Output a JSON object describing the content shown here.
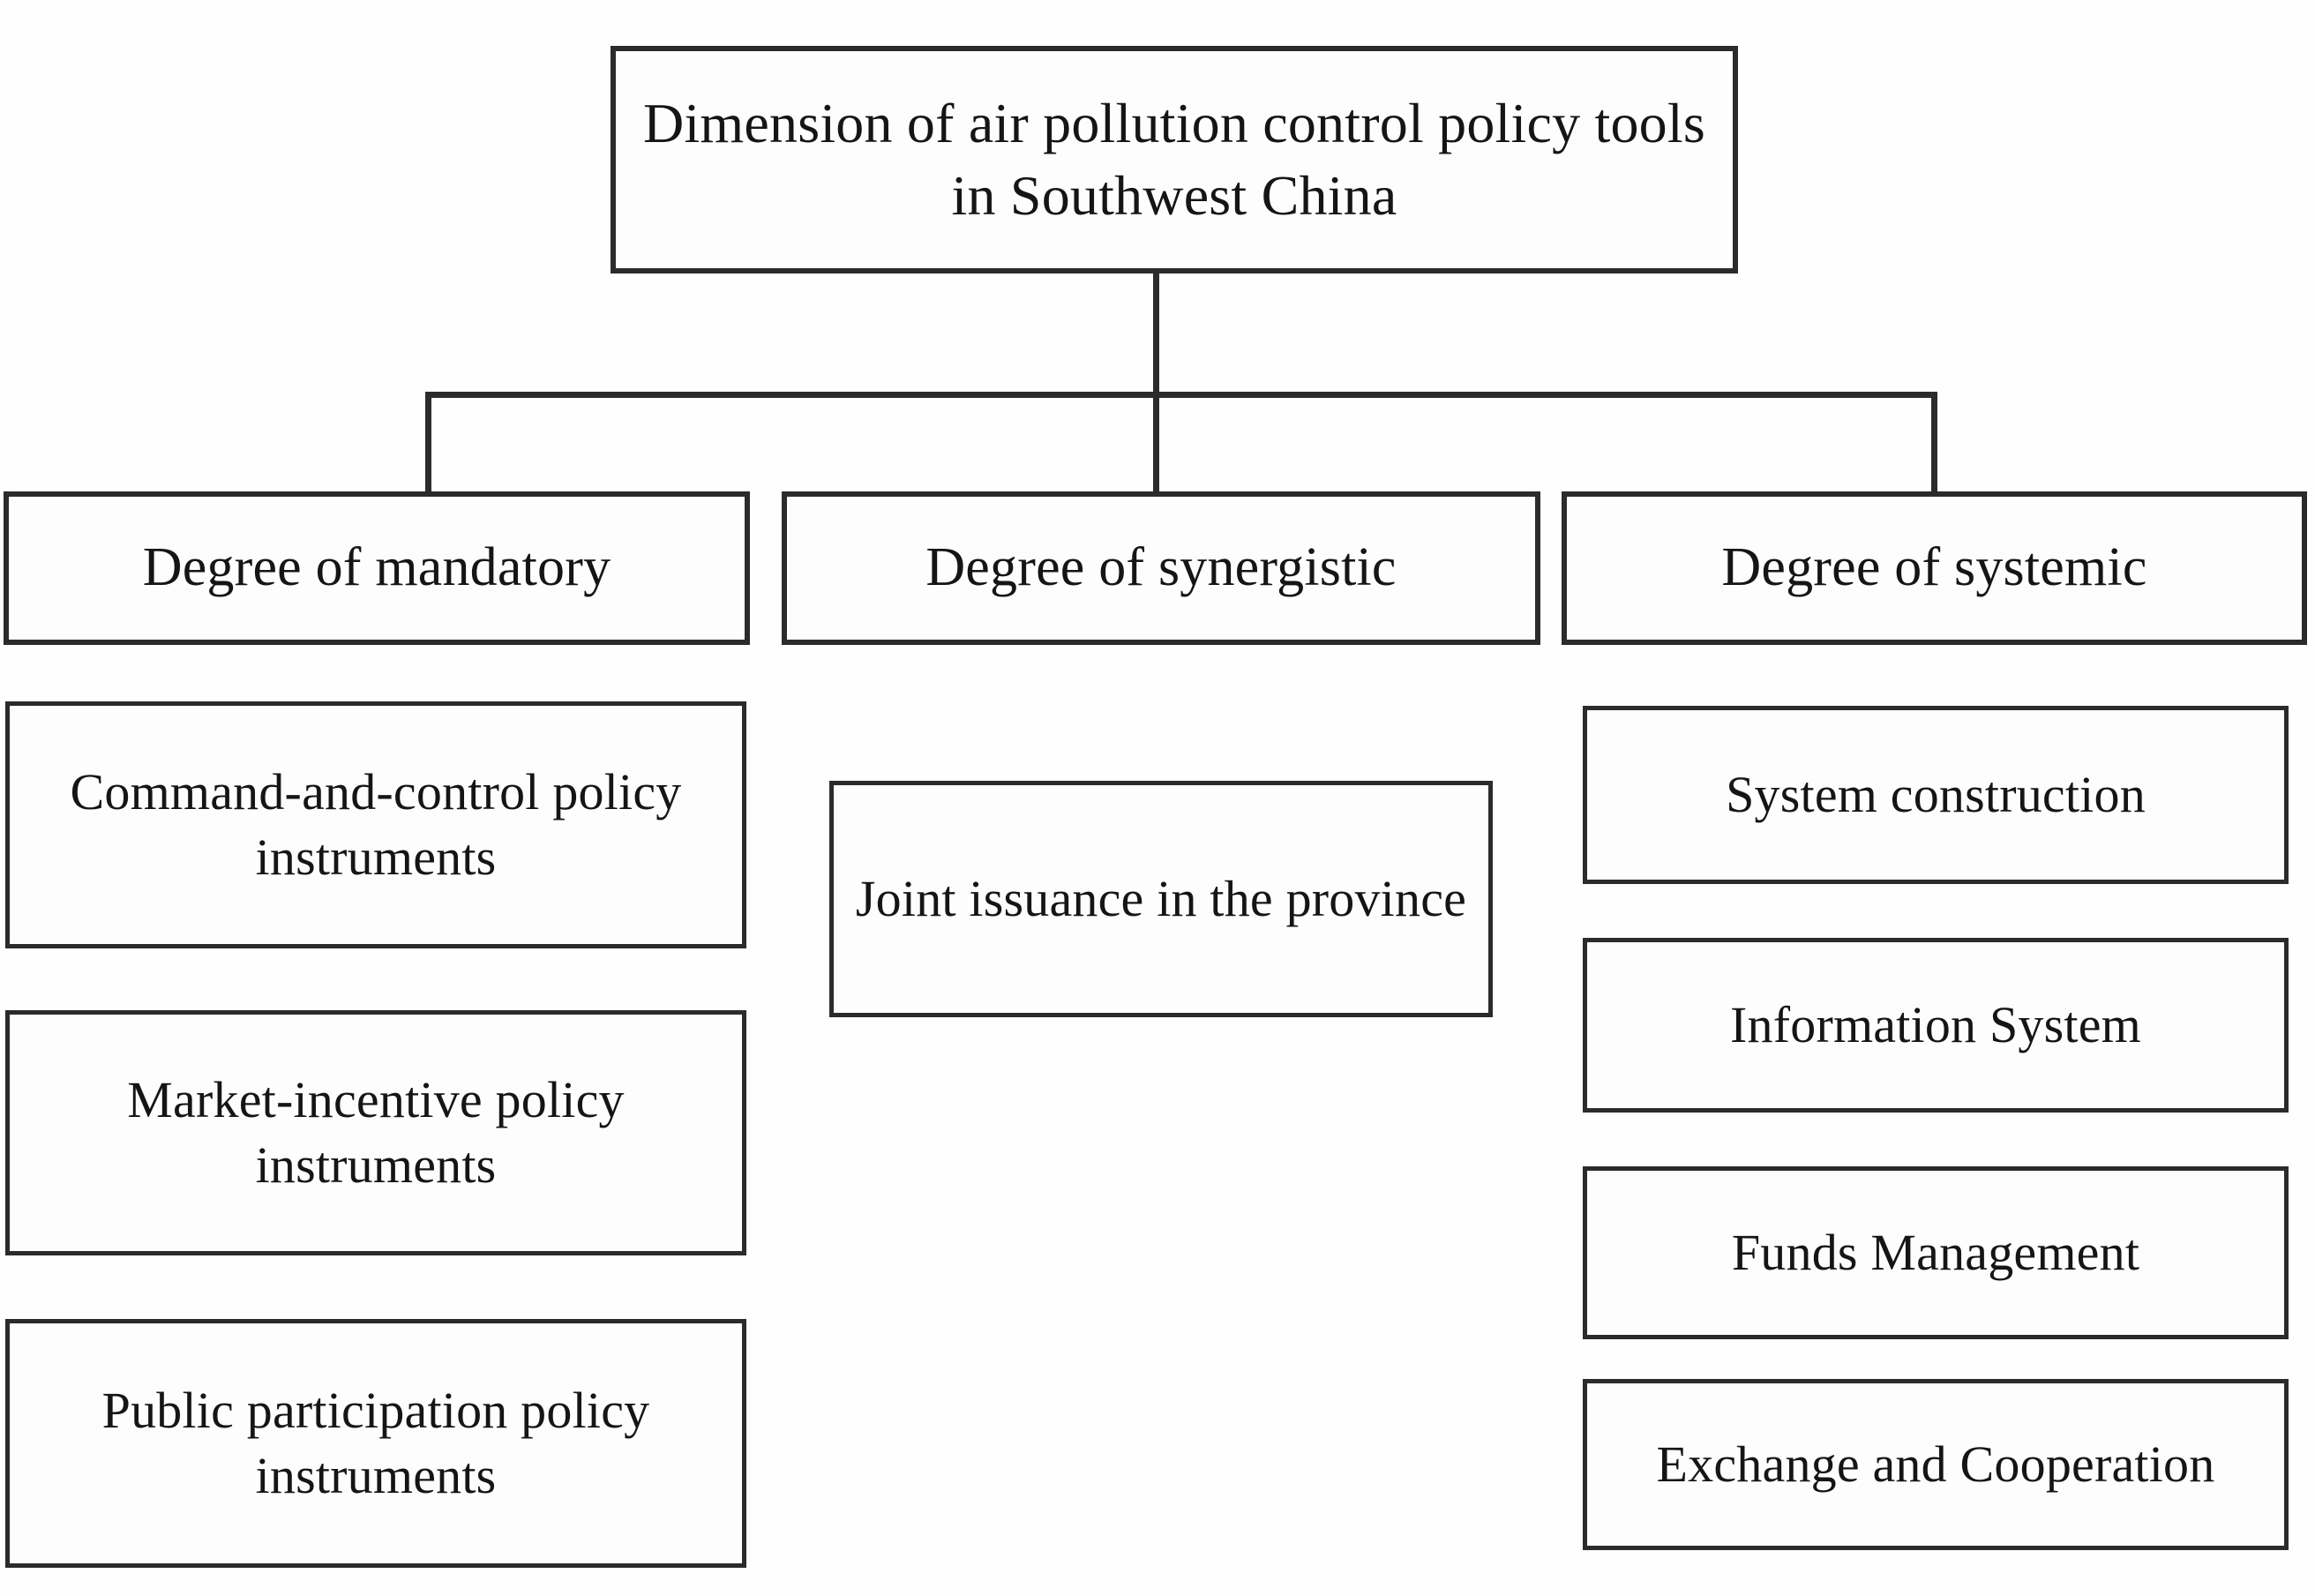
{
  "diagram": {
    "type": "hierarchy-tree",
    "orientation": "top-down",
    "levels": 3,
    "colors": {
      "background": "#ffffff",
      "box_fill": "#fdfdfd",
      "box_border": "#2b2b2b",
      "connector": "#2b2b2b",
      "text": "#151515"
    },
    "root": {
      "label": "Dimension of air pollution control policy tools in Southwest China"
    },
    "branches": [
      {
        "id": "mandatory",
        "label": "Degree of mandatory",
        "children": [
          {
            "label": "Command-and-control policy instruments"
          },
          {
            "label": "Market-incentive policy instruments"
          },
          {
            "label": "Public participation policy instruments"
          }
        ]
      },
      {
        "id": "synergistic",
        "label": "Degree of synergistic",
        "children": [
          {
            "label": "Joint issuance in the province"
          }
        ]
      },
      {
        "id": "systemic",
        "label": "Degree of systemic",
        "children": [
          {
            "label": "System construction"
          },
          {
            "label": "Information System"
          },
          {
            "label": "Funds Management"
          },
          {
            "label": "Exchange and Cooperation"
          }
        ]
      }
    ]
  }
}
